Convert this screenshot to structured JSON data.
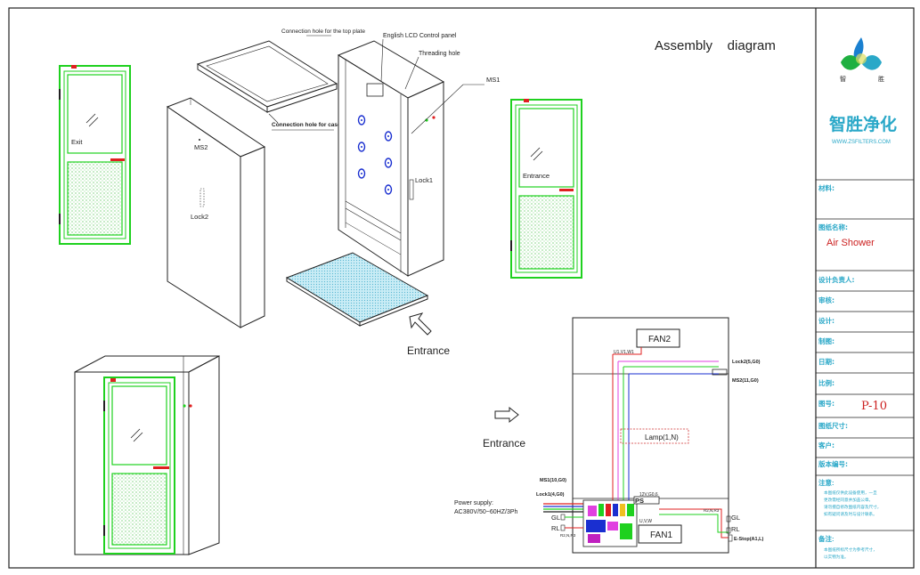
{
  "drawing": {
    "title": "Assembly    diagram",
    "labels": {
      "connection_hole_top": "Connection hole for the top plate",
      "english_lcd": "English LCD Control panel",
      "threading_hole": "Threading hole",
      "ms1_top": "MS1",
      "connection_hole_case": "Connection hole for case",
      "ms2": "MS2",
      "lock2": "Lock2",
      "lock1": "Lock1",
      "exit": "Exit",
      "entrance_door": "Entrance",
      "entrance_arrow_top": "Entrance",
      "entrance_arrow_bottom": "Entrance"
    },
    "wiring": {
      "fan2": "FAN2",
      "fan1": "FAN1",
      "u1v1w1": "U1,V1,W1",
      "lock2_50": "Lock2(5,G0)",
      "ms2_11": "MS2(11,G0)",
      "lamp": "Lamp(1,N)",
      "ms1_10": "MS1(10,G0)",
      "lock1_4": "Lock1(4,G0)",
      "v12": "12V,G0,6",
      "ps": "PS",
      "power_supply": "Power supply:",
      "power_spec": "AC380V/50~60HZ/3Ph",
      "gl_left": "GL",
      "rl_left": "RL",
      "r2n_left": "R2,N,R3",
      "uvw": "U,V,W",
      "r2n_right": "R2,N,R3",
      "gl_right": "GL",
      "rl_right": "RL",
      "estop": "E-Stop(A1,L)"
    }
  },
  "title_block": {
    "company": "智胜净化",
    "website": "WWW.ZSFILTERS.COM",
    "logo_chars": [
      "智",
      "胜"
    ],
    "rows": [
      {
        "label": "材料:",
        "value": ""
      },
      {
        "label": "图纸名称:",
        "value": "Air Shower"
      },
      {
        "label": "设计负责人:",
        "value": ""
      },
      {
        "label": "审核:",
        "value": ""
      },
      {
        "label": "设计:",
        "value": ""
      },
      {
        "label": "制图:",
        "value": ""
      },
      {
        "label": "日期:",
        "value": ""
      },
      {
        "label": "比例:",
        "value": ""
      },
      {
        "label": "图号:",
        "value": "P-10"
      },
      {
        "label": "图纸尺寸:",
        "value": ""
      },
      {
        "label": "客户:",
        "value": ""
      },
      {
        "label": "版本编号:",
        "value": ""
      }
    ],
    "notes_label": "注意:",
    "notes_text": [
      "本图纸仅供此设备使用，一旦",
      "更改需经同意并加盖公章。",
      "请勿擅自修改图纸内容及尺寸，",
      "如有疑问请及时与设计联系。"
    ],
    "remarks_label": "备注:",
    "remarks_text": [
      "本图纸所标尺寸为参考尺寸，",
      "以实物为准。"
    ]
  },
  "colors": {
    "line": "#222222",
    "green": "#1fd11f",
    "red": "#e02020",
    "blue": "#1a2fd0",
    "cyan_title": "#2aa8c8",
    "dim_red": "#d03030",
    "title_red": "#cc2020"
  }
}
